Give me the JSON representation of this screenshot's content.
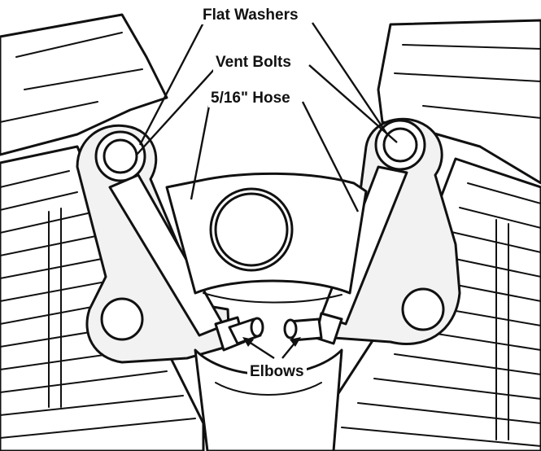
{
  "labels": {
    "flat_washers": "Flat Washers",
    "vent_bolts": "Vent Bolts",
    "hose": "5/16\" Hose",
    "elbows": "Elbows"
  },
  "colors": {
    "ink": "#111111",
    "paper": "#ffffff"
  }
}
